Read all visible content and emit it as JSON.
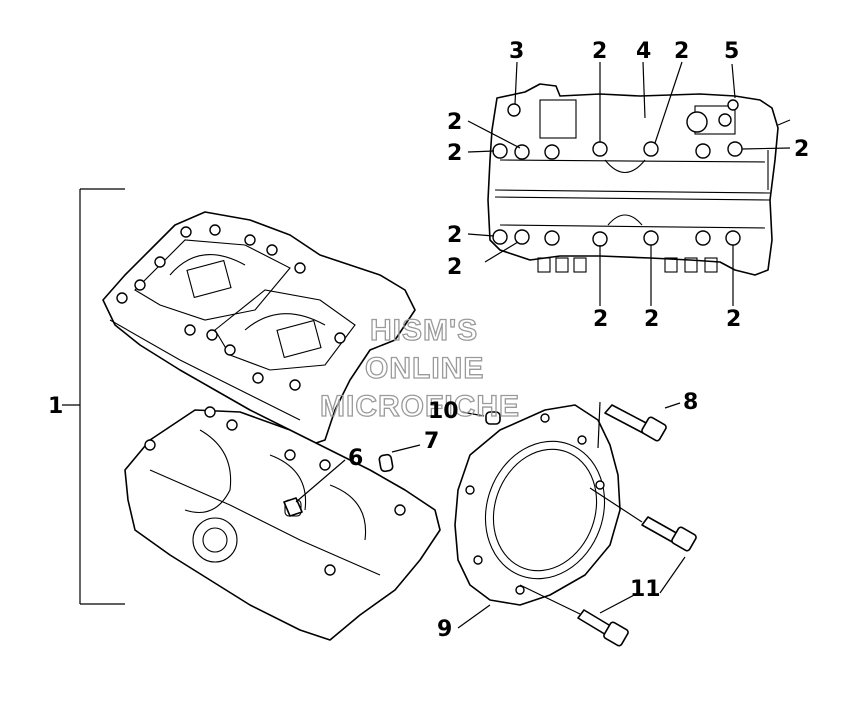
{
  "callouts": {
    "c1": "1",
    "c2": "2",
    "c3": "3",
    "c4": "4",
    "c5": "5",
    "c6": "6",
    "c7": "7",
    "c8": "8",
    "c9": "9",
    "c10": "10",
    "c11": "11"
  },
  "watermark": {
    "line1": "HISM'S",
    "line2": "ONLINE",
    "line3": "MICROFICHE"
  }
}
